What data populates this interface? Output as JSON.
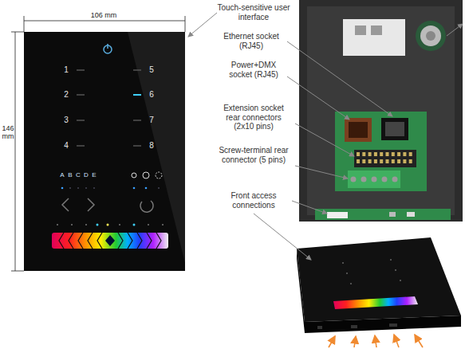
{
  "diagram": {
    "labels": [
      "106 mm",
      "146 mm",
      "Touch-sensitive user interface",
      "Ethernet socket (RJ45)",
      "Power+DMX socket (RJ45)",
      "Extension socket rear connectors (2x10 pins)",
      "Screw-terminal rear connector (5 pins)",
      "Front access connections",
      "1",
      "2",
      "3",
      "4",
      "5",
      "6",
      "7",
      "8",
      "A",
      "B",
      "C",
      "D",
      "E"
    ]
  }
}
